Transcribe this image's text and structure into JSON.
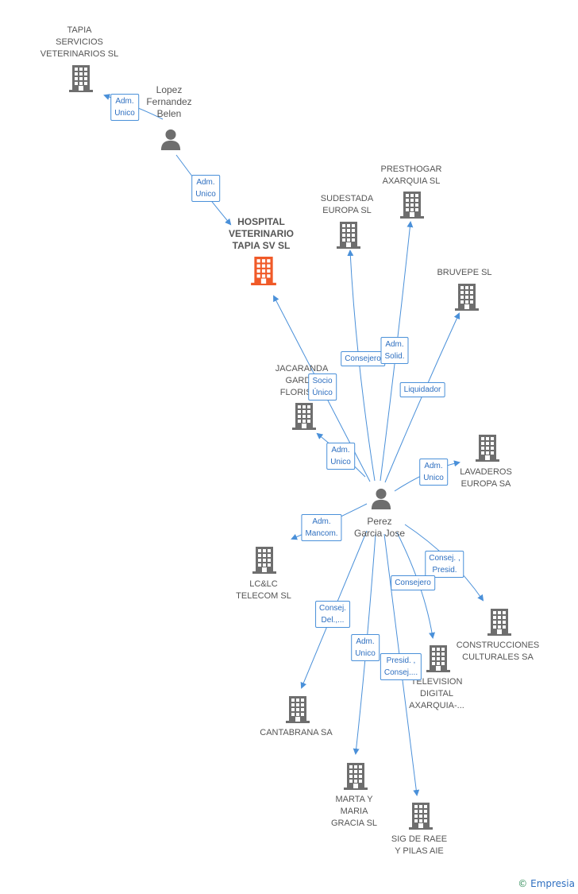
{
  "companies": {
    "tapia_servicios": "TAPIA\nSERVICIOS\nVETERINARIOS SL",
    "hospital": "HOSPITAL\nVETERINARIO\nTAPIA SV SL",
    "sudestada": "SUDESTADA\nEUROPA SL",
    "presthogar": "PRESTHOGAR\nAXARQUIA SL",
    "bruvepe": "BRUVEPE SL",
    "jacaranda": "JACARANDA\nGARD...\nFLORIST...",
    "lavaderos": "LAVADEROS\nEUROPA SA",
    "lclc": "LC&LC\nTELECOM SL",
    "construcciones": "CONSTRUCCIONES\nCULTURALES SA",
    "television": "TELEVISION\nDIGITAL\nAXARQUIA-...",
    "cantabrana": "CANTABRANA SA",
    "marta": "MARTA Y\nMARIA\nGRACIA SL",
    "sig": "SIG DE RAEE\nY PILAS AIE"
  },
  "persons": {
    "lopez": "Lopez\nFernandez\nBelen",
    "perez": "Perez\nGarcia Jose"
  },
  "edge_labels": {
    "e1": "Adm.\nUnico",
    "e2": "Adm.\nUnico",
    "e3": "Consejero",
    "e4": "Adm.\nSolid.",
    "e5": "Socio\nÚnico",
    "e6": "Liquidador",
    "e7": "Adm.\nUnico",
    "e8": "Adm.\nUnico",
    "e9": "Adm.\nMancom.",
    "e10": "Consej. ,\nPresid.",
    "e11": "Consejero",
    "e12": "Consej.\nDel.,...",
    "e13": "Adm.\nUnico",
    "e14": "Presid. ,\nConsej...."
  },
  "colors": {
    "building": "#6e6e6e",
    "focus": "#f05a28",
    "edge": "#4a90d9",
    "person": "#6e6e6e"
  },
  "watermark": {
    "symbol": "©",
    "brand": "Empresia"
  }
}
